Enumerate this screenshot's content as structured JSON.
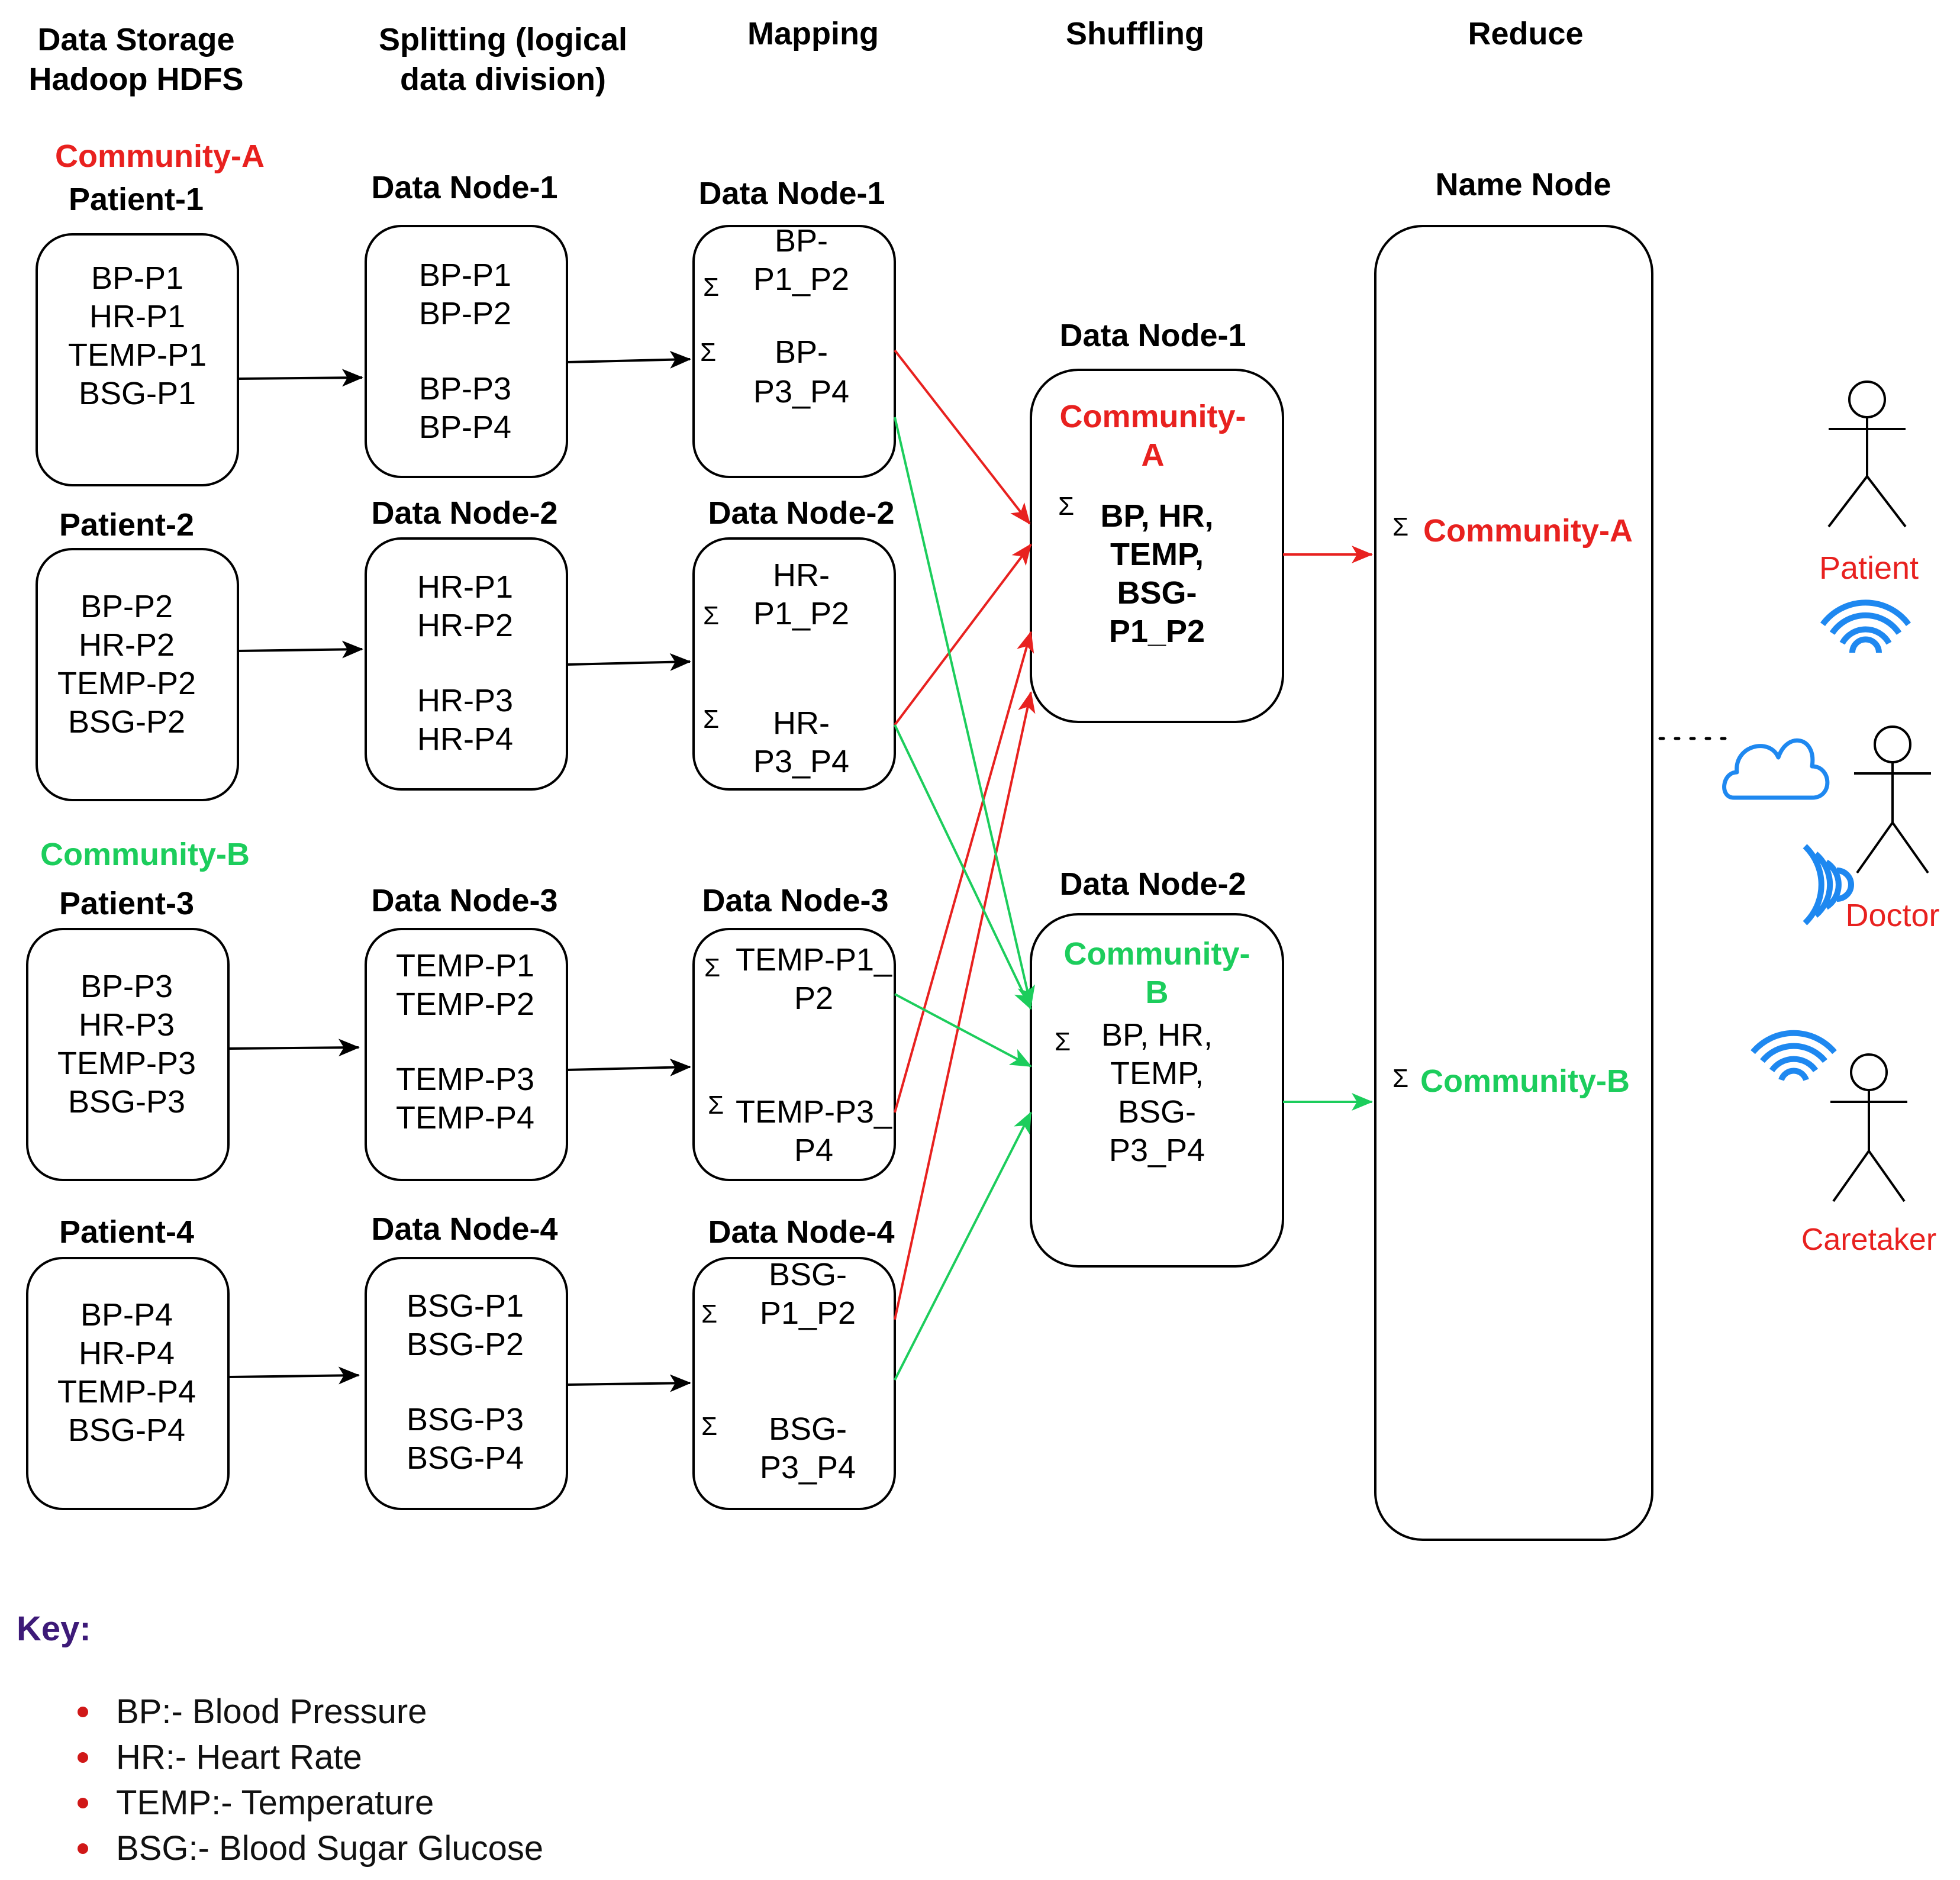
{
  "headers": {
    "storage": [
      "Data Storage",
      "Hadoop HDFS"
    ],
    "splitting": [
      "Splitting (logical",
      "data division)"
    ],
    "mapping": "Mapping",
    "shuffling": "Shuffling",
    "reduce": "Reduce"
  },
  "communities": {
    "a": "Community-A",
    "b": "Community-B"
  },
  "patients": [
    {
      "label": "Patient-1",
      "lines": [
        "BP-P1",
        "HR-P1",
        "TEMP-P1",
        "BSG-P1"
      ]
    },
    {
      "label": "Patient-2",
      "lines": [
        "BP-P2",
        "HR-P2",
        "TEMP-P2",
        "BSG-P2"
      ]
    },
    {
      "label": "Patient-3",
      "lines": [
        "BP-P3",
        "HR-P3",
        "TEMP-P3",
        "BSG-P3"
      ]
    },
    {
      "label": "Patient-4",
      "lines": [
        "BP-P4",
        "HR-P4",
        "TEMP-P4",
        "BSG-P4"
      ]
    }
  ],
  "split_nodes": [
    {
      "label": "Data Node-1",
      "lines": [
        "BP-P1",
        "BP-P2",
        "BP-P3",
        "BP-P4"
      ]
    },
    {
      "label": "Data Node-2",
      "lines": [
        "HR-P1",
        "HR-P2",
        "HR-P3",
        "HR-P4"
      ]
    },
    {
      "label": "Data Node-3",
      "lines": [
        "TEMP-P1",
        "TEMP-P2",
        "TEMP-P3",
        "TEMP-P4"
      ]
    },
    {
      "label": "Data Node-4",
      "lines": [
        "BSG-P1",
        "BSG-P2",
        "BSG-P3",
        "BSG-P4"
      ]
    }
  ],
  "map_nodes": [
    {
      "label": "Data Node-1",
      "top": [
        "BP-",
        "P1_P2"
      ],
      "bottom": [
        "BP-",
        "P3_P4"
      ]
    },
    {
      "label": "Data Node-2",
      "top": [
        "HR-",
        "P1_P2"
      ],
      "bottom": [
        "HR-",
        "P3_P4"
      ]
    },
    {
      "label": "Data Node-3",
      "top": [
        "TEMP-P1_",
        "P2"
      ],
      "bottom": [
        "TEMP-P3_",
        "P4"
      ]
    },
    {
      "label": "Data Node-4",
      "top": [
        "BSG-",
        "P1_P2"
      ],
      "bottom": [
        "BSG-",
        "P3_P4"
      ]
    }
  ],
  "sigma": "Σ",
  "shuffle_nodes": [
    {
      "label": "Data Node-1",
      "community": [
        "Community-",
        "A"
      ],
      "lines": [
        "BP, HR,",
        "TEMP,",
        "BSG-",
        "P1_P2"
      ]
    },
    {
      "label": "Data Node-2",
      "community": [
        "Community-",
        "B"
      ],
      "lines": [
        "BP, HR,",
        "TEMP,",
        "BSG-",
        "P3_P4"
      ]
    }
  ],
  "name_node": {
    "label": "Name Node",
    "community_a": "Community-A",
    "community_b": "Community-B"
  },
  "actors": {
    "patient": "Patient",
    "doctor": "Doctor",
    "caretaker": "Caretaker"
  },
  "key": {
    "title": "Key:",
    "items": [
      "BP:- Blood Pressure",
      "HR:- Heart Rate",
      "TEMP:- Temperature",
      "BSG:- Blood Sugar Glucose"
    ]
  },
  "colors": {
    "community_a": "#e8211f",
    "community_b": "#1ccd5c",
    "wifi": "#1e88f0",
    "key_title": "#3d1a78",
    "bullet": "#d01818"
  }
}
